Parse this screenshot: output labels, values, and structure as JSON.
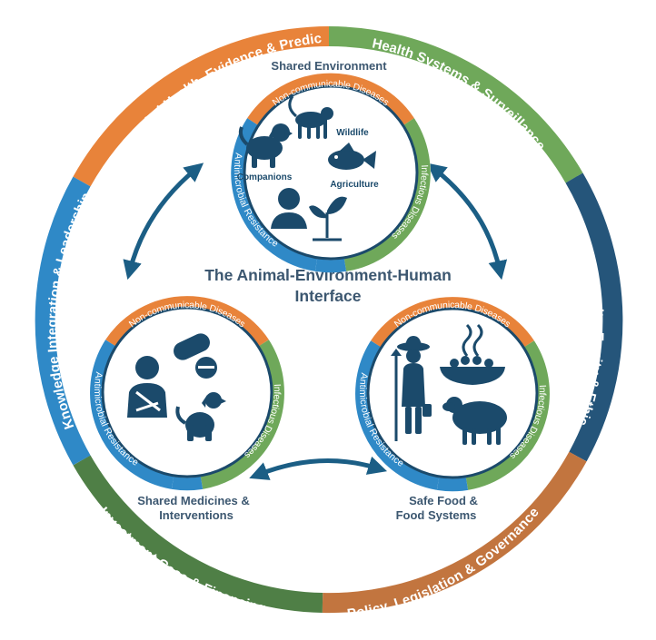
{
  "colors": {
    "orange": "#e8833a",
    "green": "#6fa85a",
    "dark_green": "#4f7f46",
    "light_blue": "#2f89c7",
    "navy": "#25557a",
    "rust": "#c2753f",
    "icon": "#1b4a6b",
    "title_text": "#3c5770"
  },
  "outer_ring": [
    {
      "label": "Integrated Digital Health, Evidence & Prediction",
      "color": "#e8833a"
    },
    {
      "label": "Health Systems & Surveillance",
      "color": "#6fa85a"
    },
    {
      "label": "Gender, Community, Equity & Ethics",
      "color": "#25557a"
    },
    {
      "label": "Policy, Legislation & Governance",
      "color": "#c2753f"
    },
    {
      "label": "Investment Case & Financing",
      "color": "#4f7f46"
    },
    {
      "label": "Knowledge Integration & Leadership",
      "color": "#2f89c7"
    }
  ],
  "center_title": {
    "line1": "The Animal-Environment-Human",
    "line2": "Interface"
  },
  "circles": {
    "top": {
      "caption": "Shared Environment",
      "band_top": "Non-communicable Diseases",
      "band_right": "Infectious Diseases",
      "band_left": "Antimicrobial Resistance",
      "labels": {
        "wildlife": "Wildlife",
        "companions": "Companions",
        "agriculture": "Agriculture"
      }
    },
    "left": {
      "caption_line1": "Shared Medicines &",
      "caption_line2": "Interventions",
      "band_top": "Non-communicable Diseases",
      "band_right": "Infectious Diseases",
      "band_left": "Antimicrobial Resistance"
    },
    "right": {
      "caption_line1": "Safe Food &",
      "caption_line2": "Food Systems",
      "band_top": "Non-communicable Diseases",
      "band_right": "Infectious Diseases",
      "band_left": "Antimicrobial Resistance"
    }
  },
  "icons": [
    "dog-icon",
    "monkey-icon",
    "fish-icon",
    "person-icon",
    "sprout-icon",
    "injured-person-icon",
    "pills-icon",
    "pet-dog-icon",
    "farmer-icon",
    "food-bowl-icon",
    "sheep-icon",
    "arrow-icon"
  ]
}
